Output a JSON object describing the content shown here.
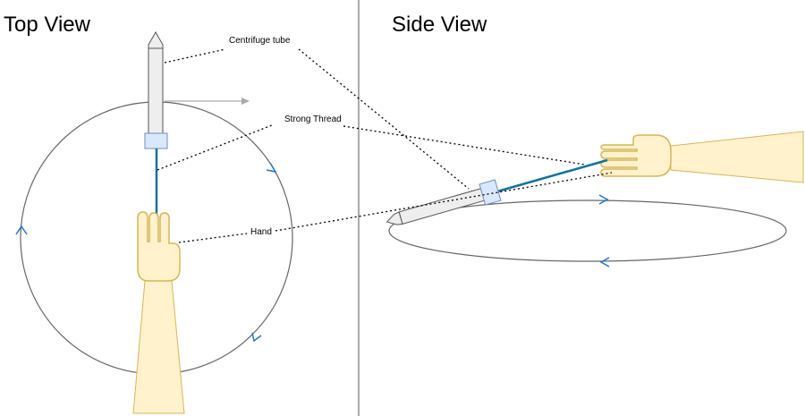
{
  "titles": {
    "top_view": "Top View",
    "side_view": "Side View"
  },
  "labels": {
    "centrifuge_tube": "Centrifuge tube",
    "strong_thread": "Strong Thread",
    "hand": "Hand"
  },
  "colors": {
    "tube_fill": "#eeeeee",
    "tube_stroke": "#555555",
    "cap_fill": "#dae8fc",
    "cap_stroke": "#6c8ebf",
    "thread": "#10739e",
    "hand_fill": "#fff2cc",
    "hand_stroke": "#d6b656",
    "circle": "#666666",
    "arrow_blue": "#1f77d0",
    "divider": "#aaaaaa",
    "motion_arrow": "#aaaaaa"
  },
  "icons": {
    "direction_arrow": "chevron-arrow-icon",
    "hand": "hand-icon"
  }
}
